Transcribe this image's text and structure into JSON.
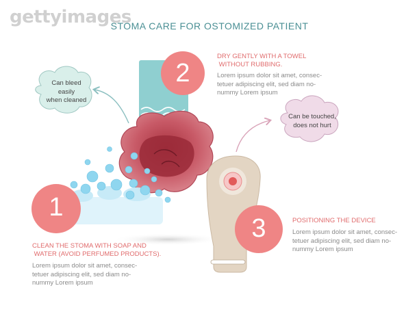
{
  "watermark": "gettyimages",
  "title": "STOMA CARE FOR OSTOMIZED PATIENT",
  "colors": {
    "title": "#4a8f94",
    "accent": "#e06b6c",
    "number_circle": "#ef8585",
    "stoma": "#c85a67",
    "towel": "#8fcfd0",
    "bubbles": "#8fd6ef",
    "pouch": "#e3d5c3",
    "cloud_teal": "#d9efea",
    "cloud_pink": "#f0dbe8"
  },
  "steps": [
    {
      "number": "1",
      "heading_line1": "CLEAN THE STOMA WITH SOAP AND",
      "heading_line2": " WATER (AVOID PERFUMED PRODUCTS).",
      "body_line1": "Lorem ipsum dolor sit amet, consec-",
      "body_line2": "tetuer adipiscing elit, sed diam no-",
      "body_line3": "nummy Lorem ipsum"
    },
    {
      "number": "2",
      "heading_line1": "DRY GENTLY WITH A TOWEL",
      "heading_line2": " WITHOUT RUBBING.",
      "body_line1": "Lorem ipsum dolor sit amet, consec-",
      "body_line2": "tetuer adipiscing elit, sed diam no-",
      "body_line3": "nummy Lorem ipsum"
    },
    {
      "number": "3",
      "heading_line1": "POSITIONING THE DEVICE",
      "body_line1": "Lorem ipsum dolor sit amet, consec-",
      "body_line2": "tetuer adipiscing elit, sed diam no-",
      "body_line3": "nummy Lorem ipsum"
    }
  ],
  "notes": {
    "bleed": {
      "line1": "Can bleed",
      "line2": "easily",
      "line3": "when cleaned"
    },
    "touch": {
      "line1": "Can be touched,",
      "line2": "does not hurt"
    }
  }
}
